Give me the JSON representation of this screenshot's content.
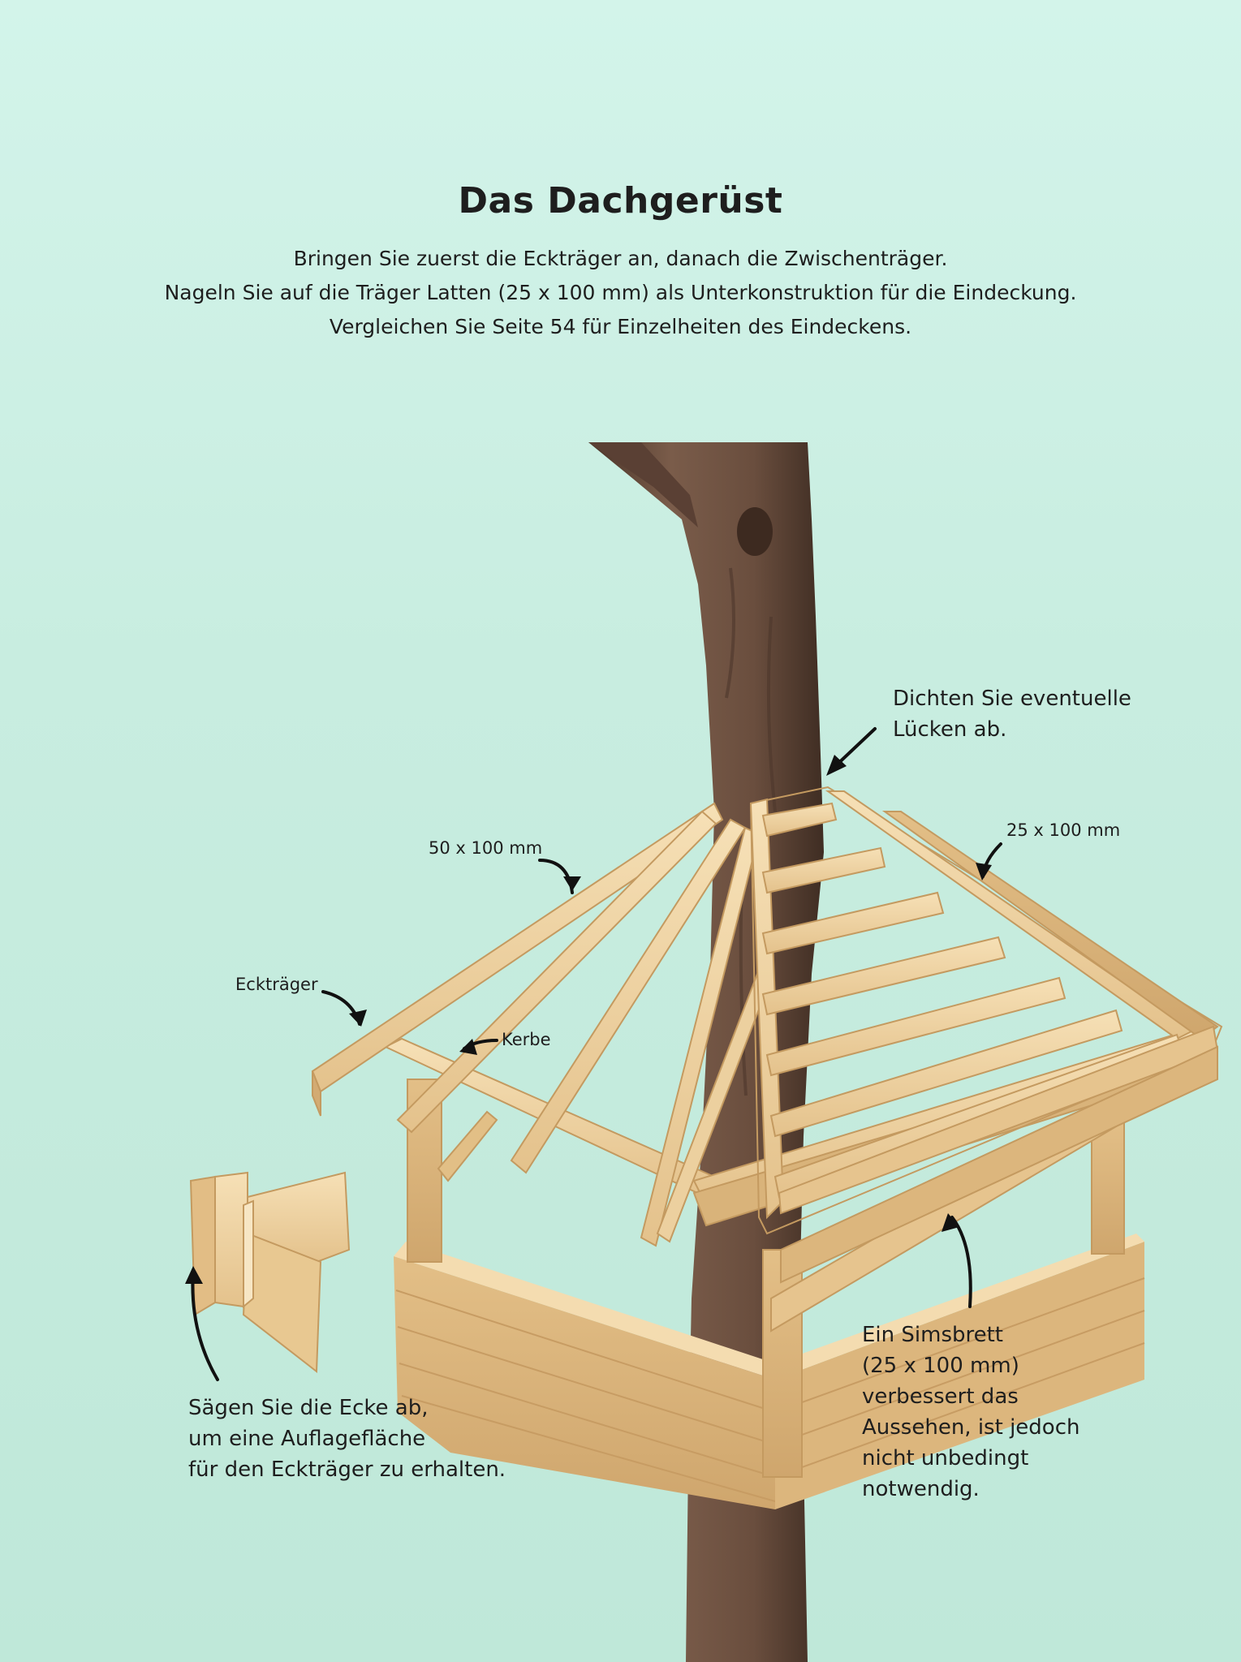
{
  "page": {
    "title": "Das Dachgerüst",
    "intro": [
      "Bringen Sie zuerst die Eckträger an, danach die Zwischenträger.",
      "Nageln Sie auf die Träger Latten (25 x 100 mm) als Unterkonstruktion für die Eindeckung.",
      "Vergleichen Sie Seite 54 für Einzelheiten des Eindeckens."
    ]
  },
  "annotations": {
    "gaps": [
      "Dichten Sie eventuelle",
      "Lücken ab."
    ],
    "rafter_size": "50 x 100 mm",
    "batten_size": "25 x 100 mm",
    "corner_rafter": "Eckträger",
    "notch": "Kerbe",
    "saw_corner": [
      "Sägen Sie die Ecke ab,",
      "um eine Auflagefläche",
      "für den Eckträger zu erhalten."
    ],
    "fascia": [
      "Ein Simsbrett",
      "(25 x 100 mm)",
      "verbessert das",
      "Aussehen, ist jedoch",
      "nicht unbedingt",
      "notwendig."
    ]
  },
  "colors": {
    "background": "#c9eee2",
    "wood_light": "#f3d9ab",
    "wood_mid": "#e6c48e",
    "wood_dark": "#c99f66",
    "bark": "#6e5242",
    "text": "#1e1e1e"
  }
}
